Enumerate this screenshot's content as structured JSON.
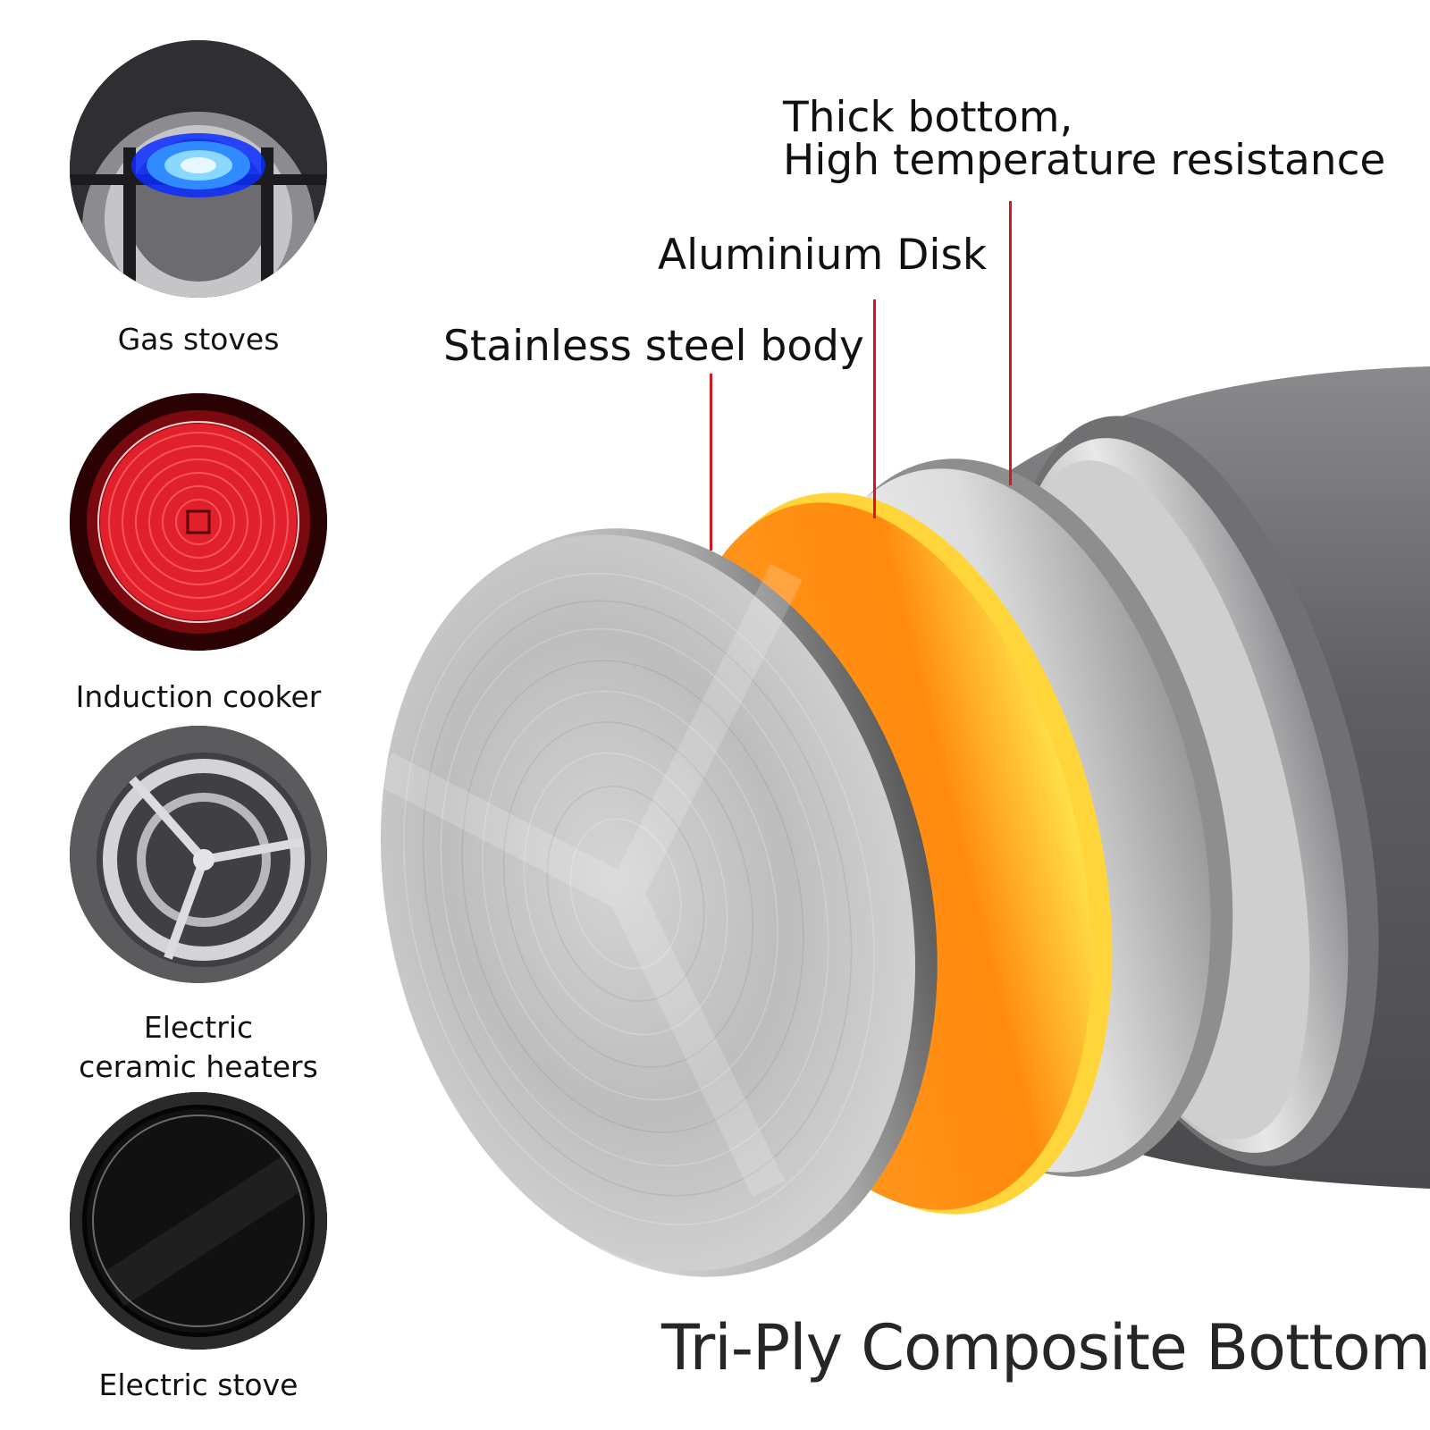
{
  "cooktops": [
    {
      "label": "Gas stoves",
      "icon": "gas-burner-icon"
    },
    {
      "label": "Induction cooker",
      "icon": "induction-coil-icon"
    },
    {
      "label": "Electric\nceramic heaters",
      "icon": "ceramic-heater-icon"
    },
    {
      "label": "Electric stove",
      "icon": "glass-cooktop-icon"
    }
  ],
  "callouts": {
    "thick_bottom": "Thick bottom,\nHigh temperature resistance",
    "aluminium": "Aluminium Disk",
    "stainless": "Stainless steel body"
  },
  "title": "Tri-Ply Composite Bottom",
  "colors": {
    "leader_line": "#d8141c",
    "aluminium_disk": "#ff8c12",
    "aluminium_rim": "#ffd23a",
    "steel": "#c9c9c9",
    "pot_body": "#6e6e70"
  }
}
